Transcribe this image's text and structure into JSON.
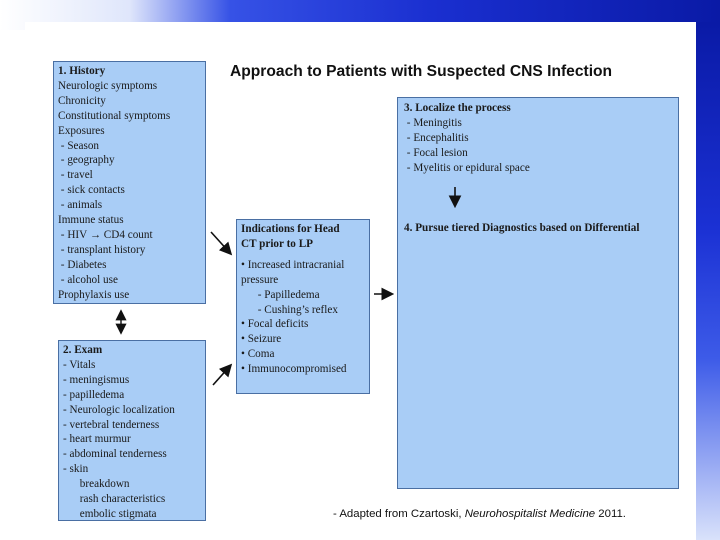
{
  "title": "Approach to Patients with Suspected CNS Infection",
  "history": {
    "heading": "1.  History",
    "items": [
      "Neurologic symptoms",
      "Chronicity",
      "Constitutional symptoms",
      "Exposures",
      " - Season",
      " - geography",
      " - travel",
      " - sick contacts",
      " - animals",
      "Immune status",
      "HIV_CD4",
      " - transplant history",
      " - Diabetes",
      " - alcohol use",
      "Prophylaxis use"
    ],
    "hiv_before": " - HIV ",
    "hiv_arrow": "→",
    "hiv_after": " CD4 count"
  },
  "exam": {
    "heading": "2.  Exam",
    "items": [
      "- Vitals",
      "- meningismus",
      "- papilledema",
      "- Neurologic localization",
      "- vertebral tenderness",
      "- heart murmur",
      "- abdominal tenderness",
      "- skin",
      "      breakdown",
      "      rash characteristics",
      "      embolic stigmata"
    ]
  },
  "head_ct": {
    "heading_1": "Indications for Head",
    "heading_2": "CT prior to LP",
    "items": [
      "• Increased intracranial",
      "pressure",
      "      - Papilledema",
      "      - Cushing’s reflex",
      "• Focal deficits",
      "• Seizure",
      "• Coma",
      "• Immunocompromised"
    ]
  },
  "localize": {
    "heading": "3. Localize the process",
    "items": [
      " - Meningitis",
      " - Encephalitis",
      " - Focal lesion",
      " - Myelitis or epidural space"
    ]
  },
  "diagnostics": {
    "heading": "4. Pursue tiered Diagnostics based on Differential"
  },
  "citation": {
    "prefix": "- Adapted from Czartoski, ",
    "journal": "Neurohospitalist Medicine",
    "suffix": " 2011."
  },
  "colors": {
    "box_fill": "#a9cdf6",
    "box_border": "#4a6fa3",
    "theme_blue": "#1a2fd0"
  }
}
